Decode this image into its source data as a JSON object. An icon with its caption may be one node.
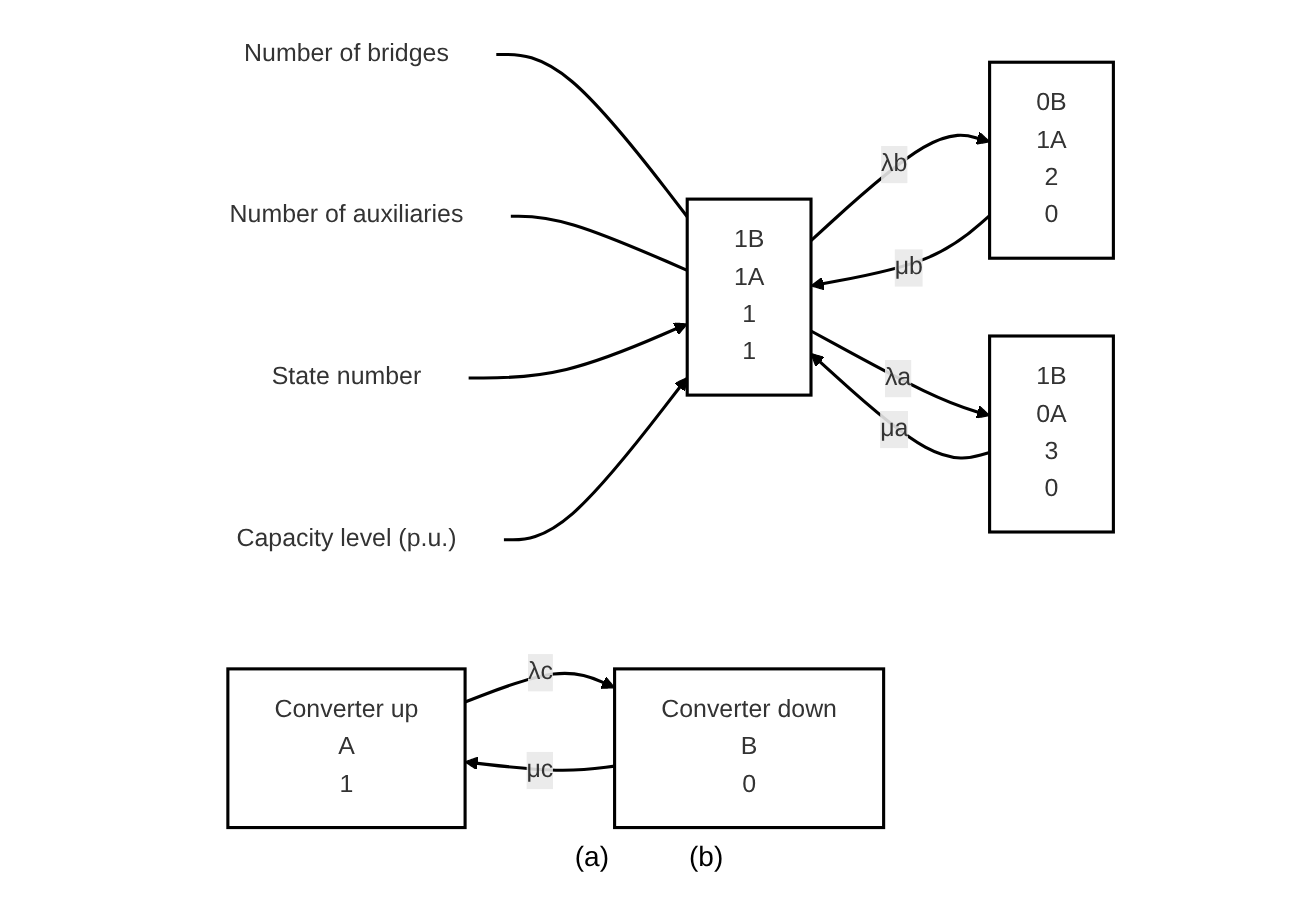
{
  "diagram": {
    "nodes": [
      {
        "text": [
          "Number of bridges"
        ]
      },
      {
        "text": [
          "Number of auxiliaries"
        ]
      },
      {
        "text": [
          "0B",
          "1A",
          "2",
          "0"
        ]
      },
      {
        "text": [
          "1B",
          "1A",
          "1",
          "1"
        ]
      },
      {
        "text": [
          "1B",
          "0A",
          "3",
          "0"
        ]
      },
      {
        "text": [
          "State number"
        ]
      },
      {
        "text": [
          "Capacity level (p.u.)"
        ]
      },
      {
        "text": [
          "Converter up",
          "A",
          "1"
        ]
      },
      {
        "text": [
          "Converter down",
          "B",
          "0"
        ]
      }
    ],
    "edges": [
      {
        "from": 0,
        "to": 3,
        "arrow": "none"
      },
      {
        "from": 1,
        "to": 3,
        "arrow": "none"
      },
      {
        "from": 3,
        "to": 2,
        "arrow": "to",
        "label": "λb"
      },
      {
        "from": 2,
        "to": 3,
        "arrow": "to",
        "label": "μb"
      },
      {
        "from": 3,
        "to": 4,
        "arrow": "to",
        "label": "λa"
      },
      {
        "from": 4,
        "to": 3,
        "arrow": "to",
        "label": "μa"
      },
      {
        "from": 5,
        "to": 3,
        "arrow": "to"
      },
      {
        "from": 6,
        "to": 3,
        "arrow": "to"
      },
      {
        "from": 7,
        "to": 8,
        "arrow": "to",
        "label": "λc"
      },
      {
        "from": 8,
        "to": 7,
        "arrow": "to",
        "label": "μc"
      }
    ],
    "labels": [
      "(a)",
      "(b)"
    ]
  }
}
